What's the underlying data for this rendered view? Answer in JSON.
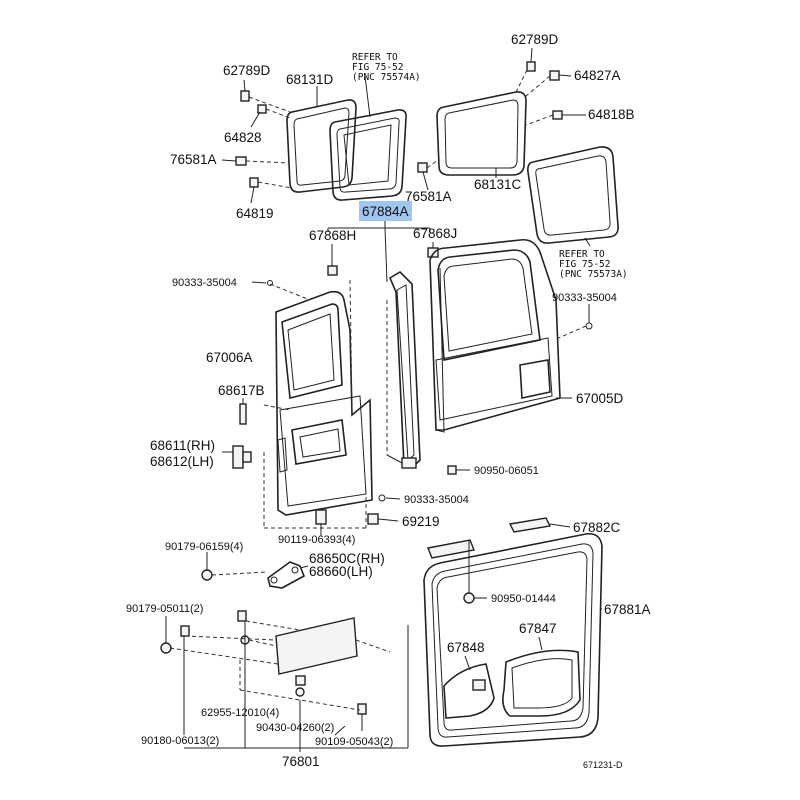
{
  "labels": {
    "l_62789D_left": "62789D",
    "l_68131D": "68131D",
    "l_64828": "64828",
    "l_76581A_left": "76581A",
    "l_64819": "64819",
    "l_62789D_right": "62789D",
    "l_64827A": "64827A",
    "l_64818B": "64818B",
    "l_68131C": "68131C",
    "l_76581A_mid": "76581A",
    "l_67884A": "67884A",
    "l_67868H": "67868H",
    "l_67868J": "67868J",
    "l_90333_left": "90333-35004",
    "l_90333_right": "90333-35004",
    "l_67006A": "67006A",
    "l_68617B": "68617B",
    "l_68611": "68611(RH)",
    "l_68612": "68612(LH)",
    "l_67005D": "67005D",
    "l_90950_06051": "90950-06051",
    "l_90333_mid": "90333-35004",
    "l_69219": "69219",
    "l_90179_06159": "90179-06159(4)",
    "l_90119": "90119-06393(4)",
    "l_68650C": "68650C(RH)",
    "l_68660": "68660(LH)",
    "l_67882C": "67882C",
    "l_90950_01444": "90950-01444",
    "l_67881A": "67881A",
    "l_90179_05011": "90179-05011(2)",
    "l_67848": "67848",
    "l_67847": "67847",
    "l_62955": "62955-12010(4)",
    "l_90430": "90430-04260(2)",
    "l_90180": "90180-06013(2)",
    "l_90109": "90109-05043(2)",
    "l_76801": "76801",
    "l_code": "671231-D"
  },
  "refer_top": {
    "line1": "REFER TO",
    "line2": "FIG 75-52",
    "line3": "(PNC 75574A)"
  },
  "refer_right": {
    "line1": "REFER TO",
    "line2": "FIG 75-52",
    "line3": "(PNC 75573A)"
  },
  "highlight_color": "#9fc6ef"
}
